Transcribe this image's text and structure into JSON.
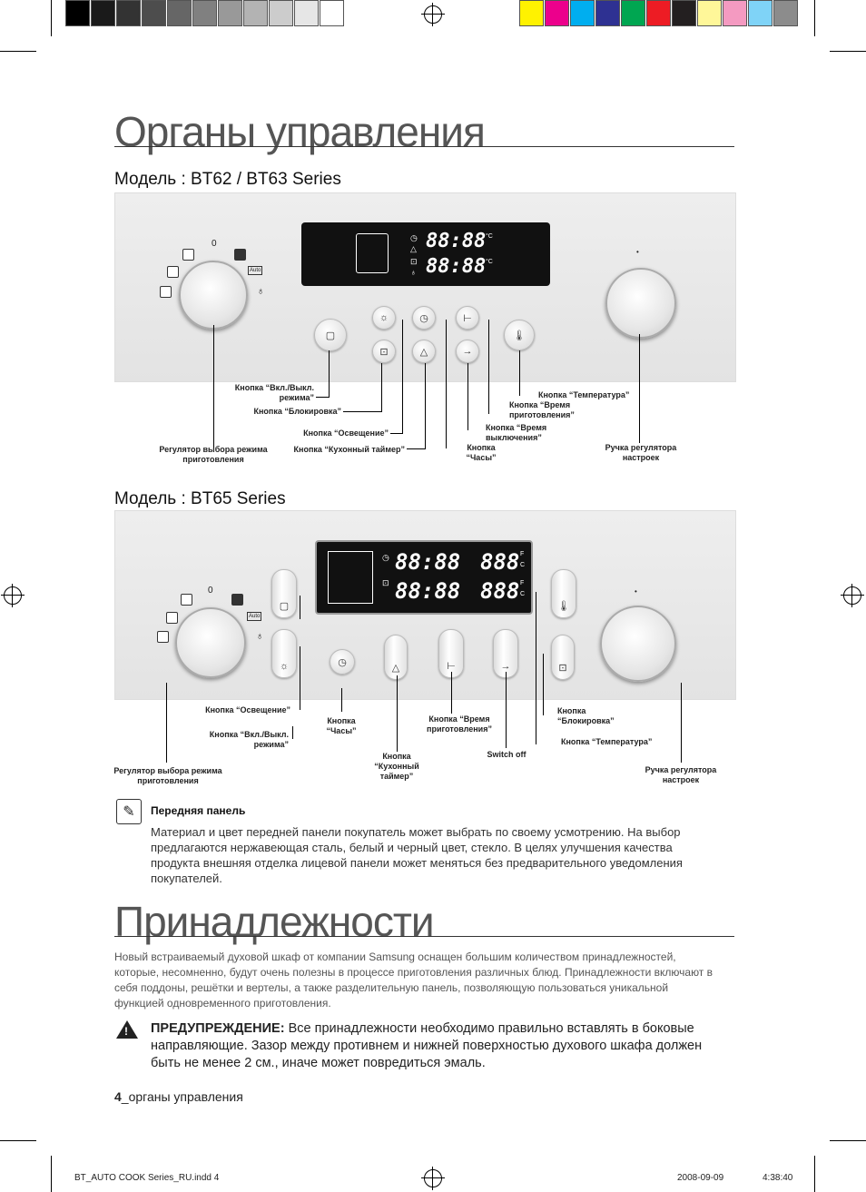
{
  "colors": {
    "gray_swatches": [
      "#000000",
      "#1a1a1a",
      "#333333",
      "#4d4d4d",
      "#666666",
      "#808080",
      "#999999",
      "#b3b3b3",
      "#cccccc",
      "#e6e6e6",
      "#ffffff"
    ],
    "color_swatches": [
      "#fff200",
      "#ec008c",
      "#00aeef",
      "#2e3192",
      "#00a651",
      "#ed1c24",
      "#231f20",
      "#fff799",
      "#f49ac1",
      "#7fd3f7",
      "#8c8c8c"
    ]
  },
  "title_controls": "Органы управления",
  "model1": {
    "heading": "Модель : BT62 / BT63 Series",
    "display": {
      "digits_top": "88:88",
      "digits_bottom": "88:88",
      "unit": "°C"
    },
    "labels": {
      "on_off": "Кнопка “Вкл./Выкл. режима”",
      "lock": "Кнопка “Блокировка”",
      "light": "Кнопка “Освещение”",
      "kitchen_timer": "Кнопка “Кухонный таймер”",
      "mode_selector": "Регулятор выбора режима приготовления",
      "clock": "Кнопка “Часы”",
      "end_time": "Кнопка “Время выключения”",
      "cook_time": "Кнопка “Время приготовления”",
      "temperature": "Кнопка “Температура”",
      "setting_knob": "Ручка регулятора настроек"
    }
  },
  "model2": {
    "heading": "Модель : BT65 Series",
    "display": {
      "digits": "88:88",
      "temp": "888",
      "unit_f": "F",
      "unit_c": "C"
    },
    "labels": {
      "light": "Кнопка “Освещение”",
      "on_off": "Кнопка “Вкл./Выкл. режима”",
      "mode_selector": "Регулятор выбора режима приготовления",
      "clock": "Кнопка “Часы”",
      "kitchen_timer": "Кнопка “Кухонный таймер”",
      "cook_time": "Кнопка “Время приготовления”",
      "switch_off": "Switch off",
      "lock": "Кнопка “Блокировка”",
      "temperature": "Кнопка “Температура”",
      "setting_knob": "Ручка регулятора настроек"
    }
  },
  "knob_zero": "0",
  "auto_label": "Auto",
  "note": {
    "title": "Передняя панель",
    "text": "Материал и цвет передней панели покупатель может выбрать по своему усмотрению. На выбор предлагаются нержавеющая сталь, белый и черный цвет, стекло. В целях улучшения качества продукта внешняя отделка лицевой панели может меняться без предварительного уведомления покупателей."
  },
  "title_accessories": "Принадлежности",
  "accessories_text": "Новый встраиваемый духовой шкаф от компании Samsung оснащен большим количеством принадлежностей, которые, несомненно, будут очень полезны в процессе приготовления различных блюд. Принадлежности включают в себя поддоны, решётки и вертелы, а также разделительную панель, позволяющую пользоваться уникальной функцией одновременного приготовления.",
  "warning": {
    "label": "ПРЕДУПРЕЖДЕНИЕ:",
    "text": "Все принадлежности необходимо правильно вставлять в боковые направляющие. Зазор между противнем и нижней поверхностью духового шкафа должен быть не менее 2 см., иначе может повредиться эмаль."
  },
  "page_footer": {
    "number": "4",
    "label": "_органы управления"
  },
  "print_footer": {
    "file": "BT_AUTO COOK Series_RU.indd   4",
    "date": "2008-09-09",
    "time": "4:38:40"
  }
}
